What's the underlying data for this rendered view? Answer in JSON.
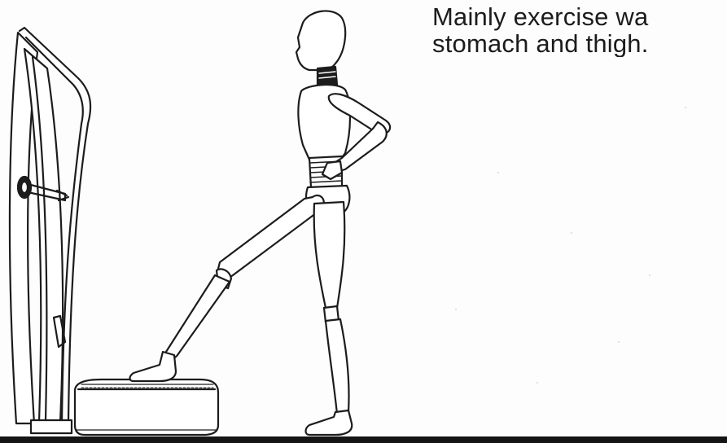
{
  "caption": {
    "line1": "Mainly exercise wa",
    "line2": "stomach and thigh."
  },
  "illustration": {
    "subject": "mannequin-figure",
    "equipment": "vibration-plate-machine"
  },
  "colors": {
    "ink": "#1c1c1c",
    "background": "#fdfdfd",
    "floor": "#151515"
  }
}
